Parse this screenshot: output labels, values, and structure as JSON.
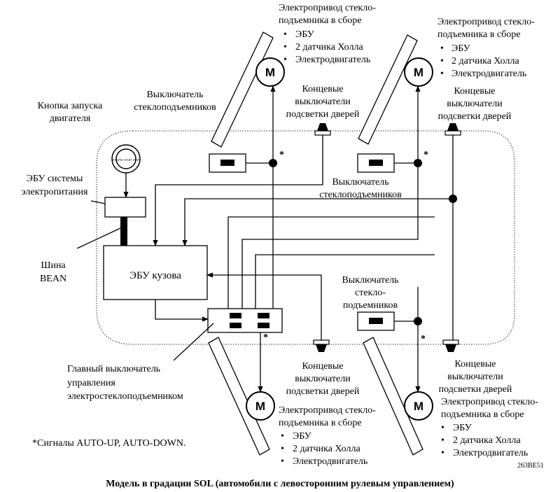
{
  "actuator": {
    "title_line1": "Электропривод стекло-",
    "title_line2": "подъемника в сборе",
    "items": [
      "ЭБУ",
      "2 датчика Холла",
      "Электродвигатель"
    ],
    "bullet": "•"
  },
  "motor_symbol": "M",
  "labels": {
    "start_button_1": "Кнопка запуска",
    "start_button_2": "двигателя",
    "power_ecu_1": "ЭБУ системы",
    "power_ecu_2": "электропитания",
    "bean_1": "Шина",
    "bean_2": "BEAN",
    "body_ecu": "ЭБУ кузова",
    "switch_1": "Выключатель",
    "switch_2": "стеклоподъемников",
    "switch_rr_1": "Выключатель",
    "switch_rr_2": "стекло-",
    "switch_rr_3": "подъемников",
    "courtesy_1": "Концевые",
    "courtesy_2": "выключатели",
    "courtesy_3": "подсветки дверей",
    "master_1": "Главный выключатель",
    "master_2": "управления",
    "master_3": "электростеклоподъемником",
    "asterisk": "*",
    "footnote": "*Сигналы AUTO-UP, AUTO-DOWN.",
    "code": "263BE51",
    "caption": "Модель в градации SOL (автомобили с левосторонним рулевым управлением)",
    "start_button_face": "ENGINE START STOP"
  }
}
